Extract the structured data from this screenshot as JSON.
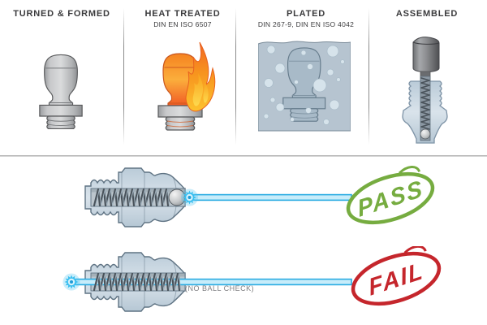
{
  "process_steps": [
    {
      "label": "TURNED & FORMED"
    },
    {
      "label": "HEAT TREATED",
      "standard": "DIN EN ISO 6507"
    },
    {
      "label": "PLATED",
      "standard": "DIN 267-9, DIN EN ISO 4042"
    },
    {
      "label": "ASSEMBLED"
    }
  ],
  "ball_check": {
    "pass_stamp": "PASS",
    "fail_stamp": "FAIL",
    "fail_note": "(NO BALL CHECK)"
  },
  "icons": [
    "grease-fitting-icon",
    "flames-icon",
    "plating-block-icon",
    "assembled-cutaway-icon",
    "spring-icon",
    "check-ball-icon",
    "light-burst-icon",
    "light-beam",
    "pass-stamp-icon",
    "fail-stamp-icon"
  ],
  "colors": {
    "heading_text": "#3B3B3D",
    "note_text": "#7D7E81",
    "pass_green": "#76AC40",
    "fail_red": "#C5262C",
    "beam_stroke": "#29ABE2",
    "beam_fill": "#C7ECFA",
    "metal_gray": "#B8BABC",
    "flame_orange": "#F7941E",
    "plating_blue_gray": "#B6C4D0",
    "cutaway_blue": "#CBD9E4"
  }
}
